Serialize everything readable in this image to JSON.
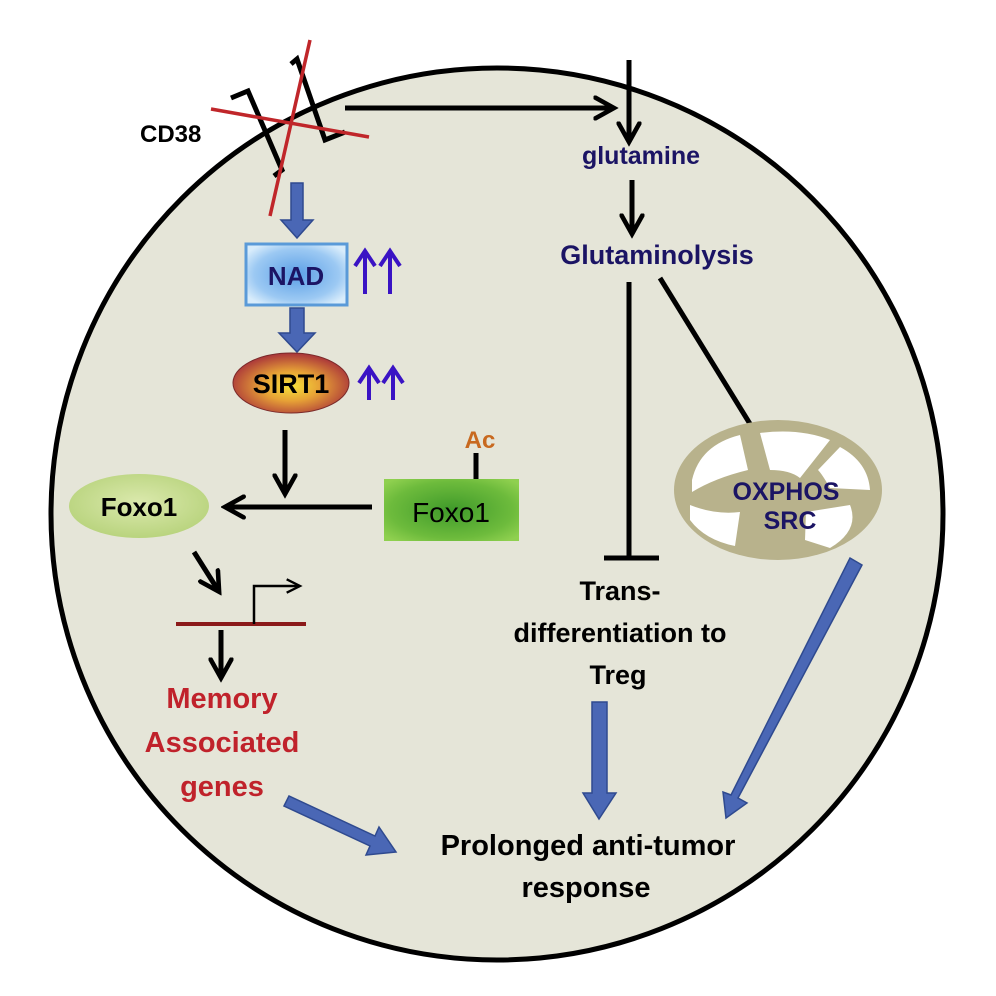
{
  "title": "CD38 blockade enhances anti-tumor T cell response via NAD-SIRT1-Foxo1 and glutaminolysis",
  "colors": {
    "cell_fill": "#e5e5d8",
    "cell_stroke": "#000000",
    "navy_text": "#1b1464",
    "red_text": "#c0222b",
    "ac_text": "#c8691f",
    "up_arrow": "#3a13c4",
    "block_arrow": "#4a67b5",
    "block_arrow_edge": "#2f4a8f",
    "cross": "#c0262a",
    "mito": "#b8b28c",
    "gene_line": "#8b1a1a"
  },
  "nodes": {
    "cd38": "CD38",
    "glutamine": "glutamine",
    "glutaminolysis": "Glutaminolysis",
    "nad": "NAD",
    "sirt1": "SIRT1",
    "ac": "Ac",
    "foxo1_acetylated": "Foxo1",
    "foxo1": "Foxo1",
    "oxphos": "OXPHOS",
    "src": "SRC",
    "memory_genes": [
      "Memory",
      "Associated",
      "genes"
    ],
    "trans_diff": [
      "Trans-",
      "differentiation to",
      "Treg"
    ],
    "outcome": [
      "Prolonged anti-tumor",
      "response"
    ]
  },
  "icons": {
    "cd38_receptor": "receptor-icon",
    "blocked": "red-cross-icon",
    "nad_up": "double-up-arrow-icon",
    "sirt1_up": "double-up-arrow-icon",
    "mitochondrion": "mitochondrion-icon",
    "promoter": "gene-promoter-icon"
  }
}
